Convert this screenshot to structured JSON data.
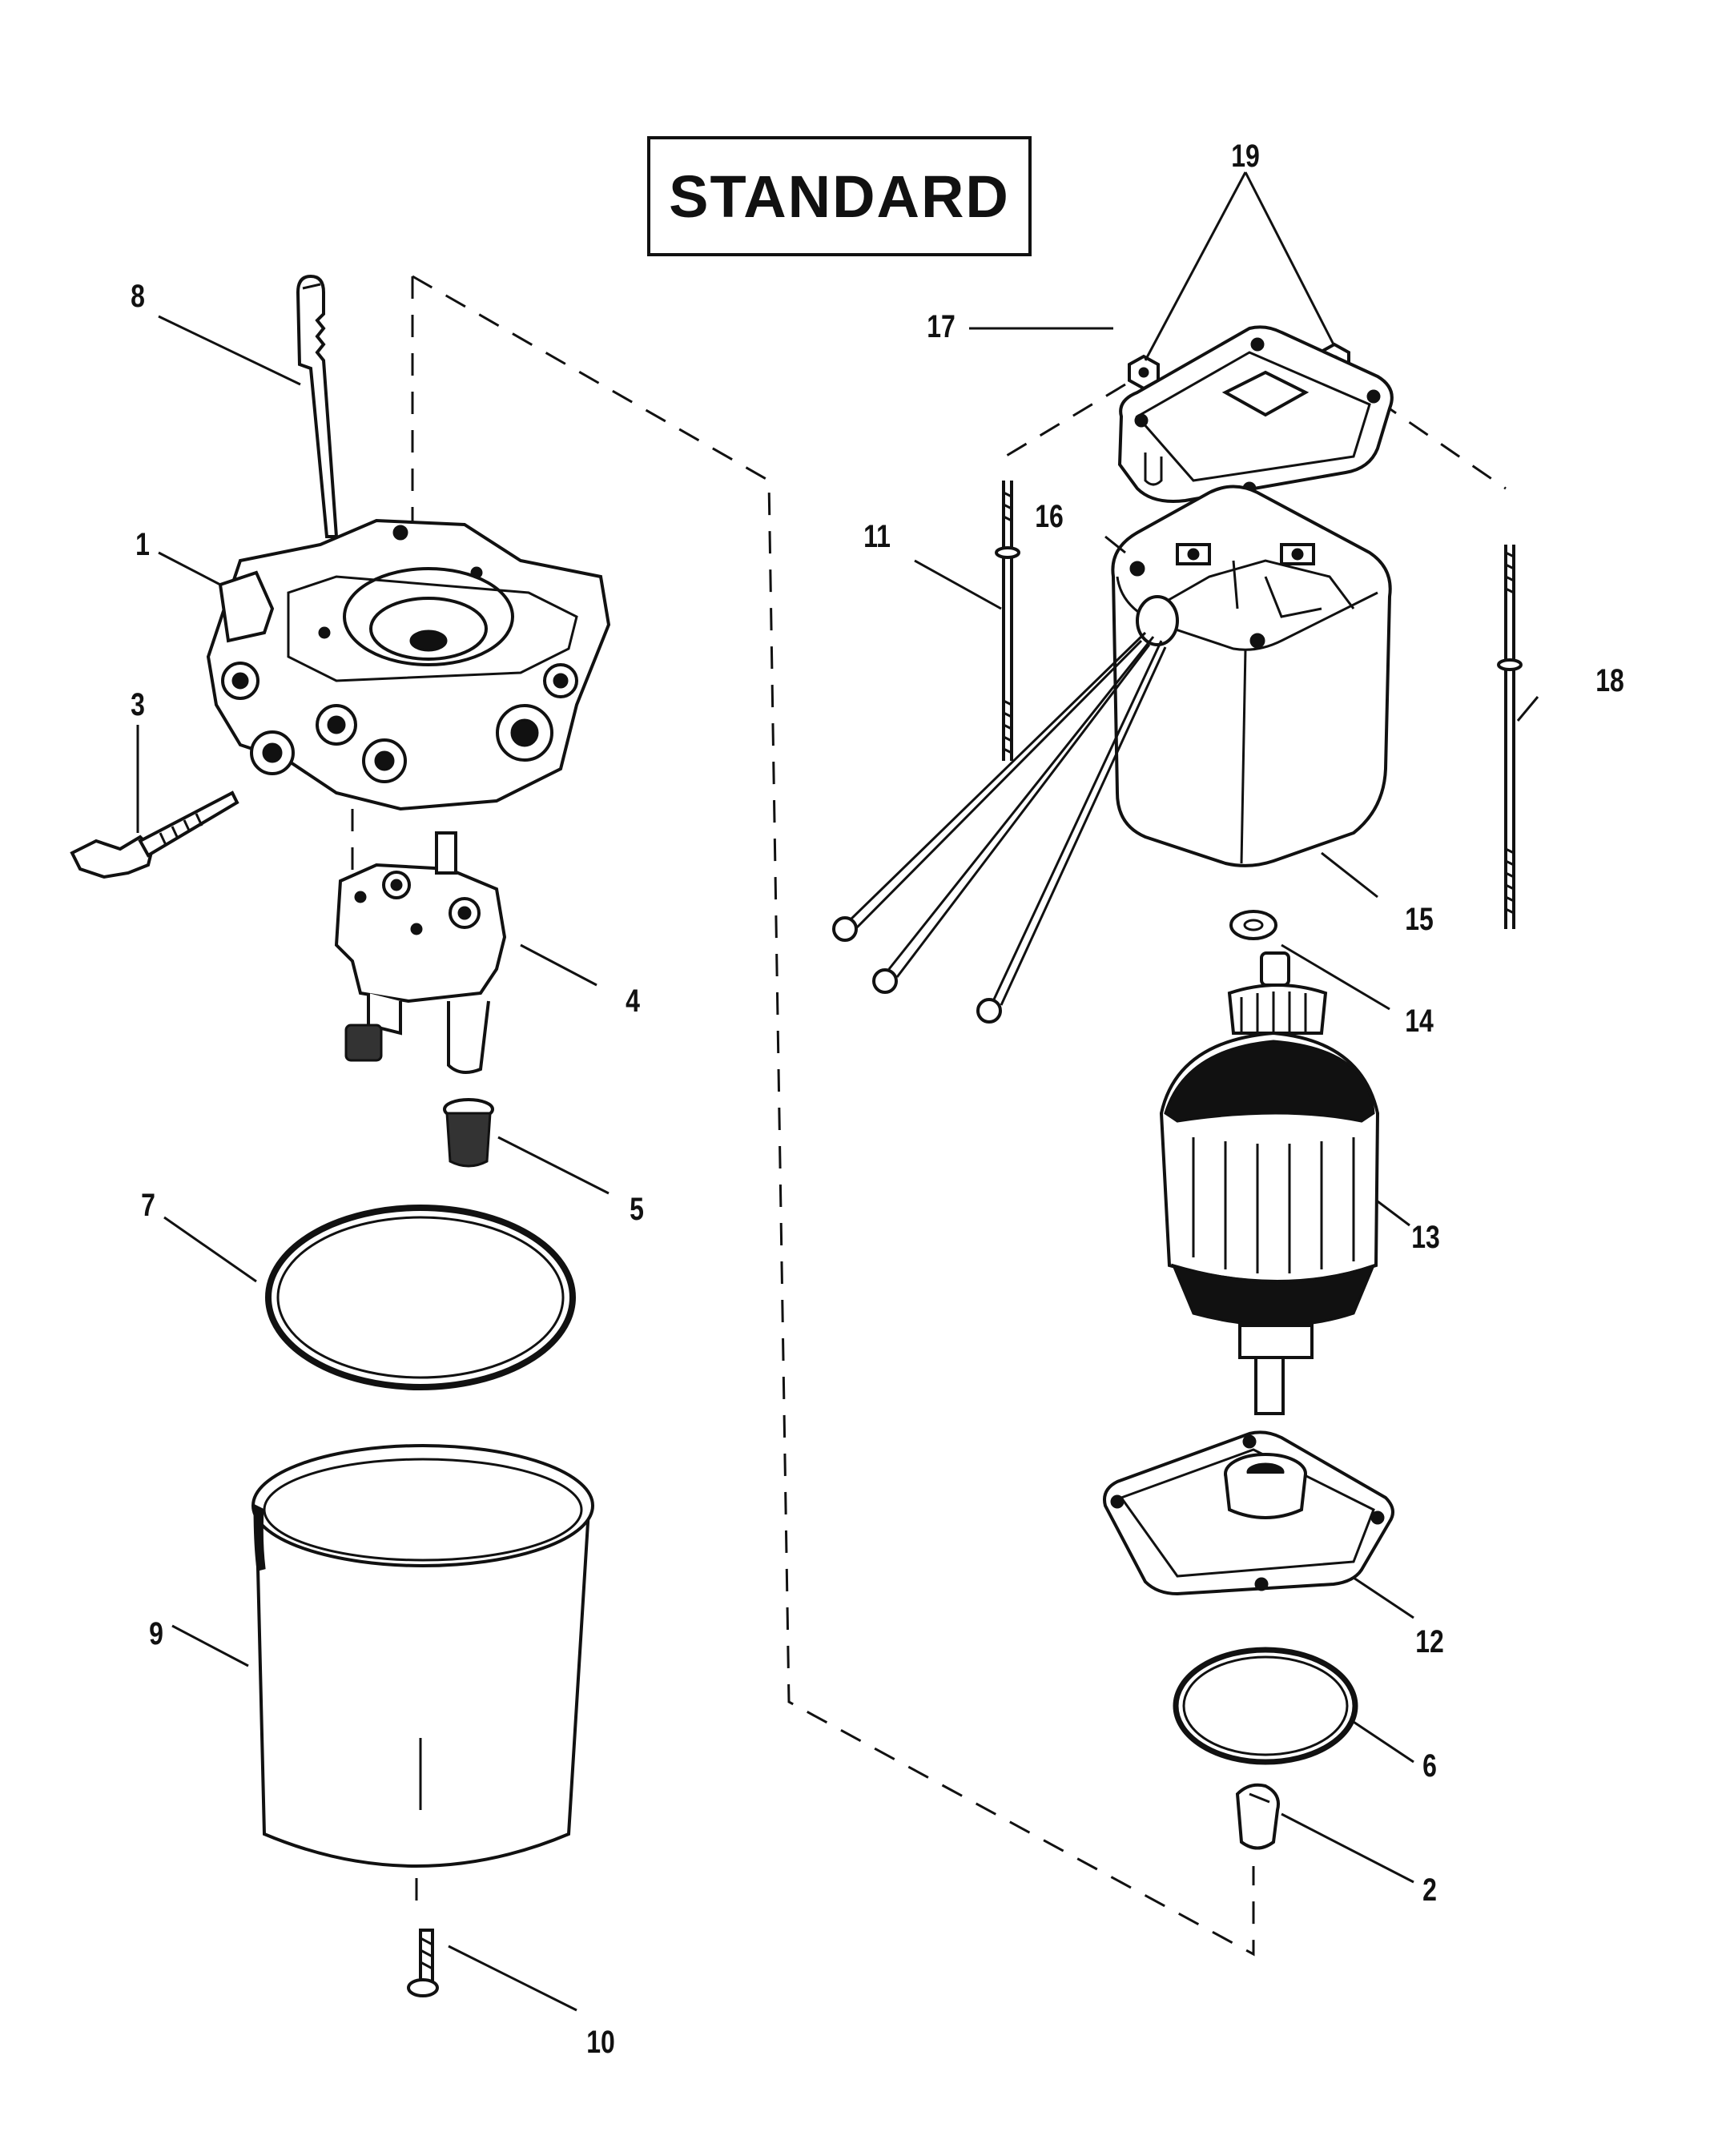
{
  "title": "STANDARD",
  "callouts": {
    "c1": "1",
    "c2": "2",
    "c3": "3",
    "c4": "4",
    "c5": "5",
    "c6": "6",
    "c7": "7",
    "c8": "8",
    "c9": "9",
    "c10": "10",
    "c11": "11",
    "c12": "12",
    "c13": "13",
    "c14": "14",
    "c15": "15",
    "c16": "16",
    "c17": "17",
    "c18": "18",
    "c19": "19"
  }
}
